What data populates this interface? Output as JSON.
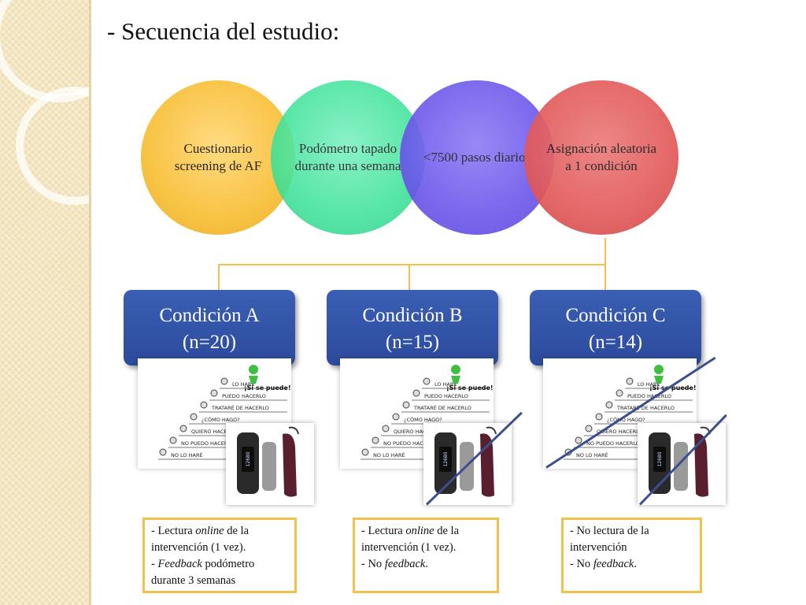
{
  "slide": {
    "title": "- Secuencia del estudio:"
  },
  "sequence": [
    {
      "label": "Cuestionario screening de AF",
      "color": "#f8c03a"
    },
    {
      "label": "Podómetro tapado durante una semana",
      "color": "#3ee29a"
    },
    {
      "label": "<7500 pasos diarios",
      "color": "#6a55ea"
    },
    {
      "label": "Asignación aleatoria a 1 condición",
      "color": "#e25a5a"
    }
  ],
  "conditions": [
    {
      "name": "Condición A",
      "n": "(n=20)"
    },
    {
      "name": "Condición B",
      "n": "(n=15)"
    },
    {
      "name": "Condición C",
      "n": "(n=14)"
    }
  ],
  "illustration": {
    "slogan": "¡Sí se puede!",
    "steps": [
      "LO HARÉ",
      "PUEDO HACERLO",
      "TRATARÉ DE HACERLO",
      "¿CÓMO HAGO?",
      "QUIERO HACERLO",
      "NO PUEDO HACERLO",
      "NO LO HARÉ"
    ],
    "device_readout": "12680"
  },
  "descriptions": {
    "a": {
      "l1a": "- Lectura ",
      "l1b": "online",
      "l1c": " de la",
      "l2": "intervención (1 vez).",
      "l3a": "- ",
      "l3b": "Feedback",
      "l3c": " podómetro",
      "l4": "durante 3 semanas"
    },
    "b": {
      "l1a": "- Lectura ",
      "l1b": "online",
      "l1c": " de la",
      "l2": "intervención (1 vez).",
      "l3a": "- No ",
      "l3b": "feedback",
      "l3c": "."
    },
    "c": {
      "l1": "- No lectura de la",
      "l2": "intervención",
      "l3a": "- No ",
      "l3b": "feedback",
      "l3c": "."
    }
  },
  "colors": {
    "condition_box": "#2c4a9c",
    "connector": "#f0c14b",
    "strike_line": "#3b4f8f"
  }
}
